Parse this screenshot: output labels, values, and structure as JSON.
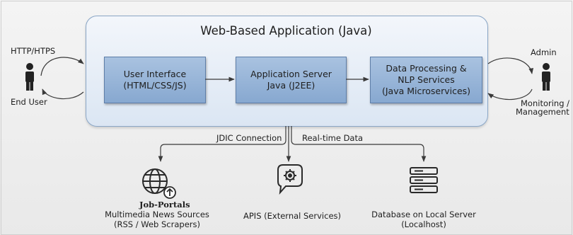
{
  "app": {
    "title": "Web-Based Application (Java)",
    "modules": [
      {
        "lines": [
          "User Interface",
          "(HTML/CSS/JS)"
        ]
      },
      {
        "lines": [
          "Application Server",
          "Java (J2EE)"
        ]
      },
      {
        "lines": [
          "Data Processing &",
          "NLP Services",
          "(Java Microservices)"
        ]
      }
    ]
  },
  "left": {
    "protocol": "HTTP/HTPS",
    "actor": "End User",
    "icon": "person-icon"
  },
  "right": {
    "actor": "Admin",
    "role_line1": "Monitoring /",
    "role_line2": "Management",
    "icon": "person-icon"
  },
  "connections": {
    "jdic": "JDIC Connection",
    "realtime": "Real-time Data"
  },
  "sources": [
    {
      "icon": "globe-icon",
      "title": "Job-Portals",
      "line1": "Multimedia News Sources",
      "line2": "(RSS / Web Scrapers)"
    },
    {
      "icon": "gear-chat-icon",
      "line1": "APIS (External Services)"
    },
    {
      "icon": "server-stack-icon",
      "line1": "Database on Local Server",
      "line2": "(Localhost)"
    }
  ],
  "colors": {
    "module_fill": "#98b5da",
    "app_border": "#8aa6c6",
    "line": "#3a3a3a"
  }
}
